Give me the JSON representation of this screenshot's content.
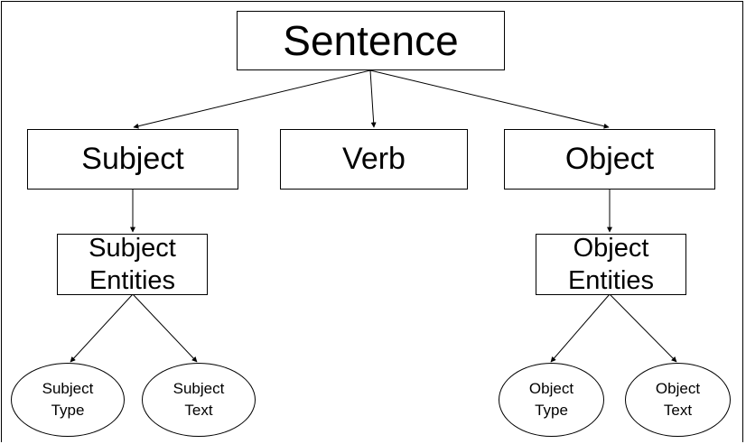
{
  "diagram": {
    "root": {
      "label": "Sentence"
    },
    "level1": [
      {
        "label": "Subject"
      },
      {
        "label": "Verb"
      },
      {
        "label": "Object"
      }
    ],
    "level2": [
      {
        "label": "Subject\nEntities"
      },
      {
        "label": "Object\nEntities"
      }
    ],
    "leaves": [
      {
        "label": "Subject\nType"
      },
      {
        "label": "Subject\nText"
      },
      {
        "label": "Object\nType"
      },
      {
        "label": "Object\nText"
      }
    ]
  }
}
